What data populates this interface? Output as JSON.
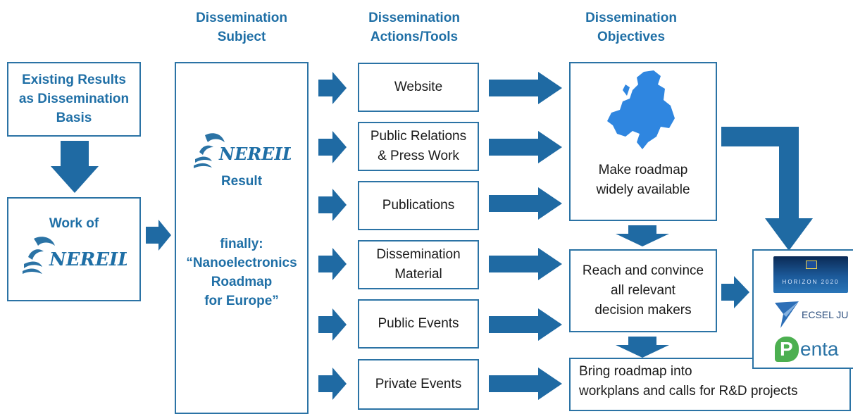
{
  "headers": {
    "subject": [
      "Dissemination",
      "Subject"
    ],
    "actions": [
      "Dissemination",
      "Actions/Tools"
    ],
    "objectives": [
      "Dissemination",
      "Objectives"
    ]
  },
  "existing_results": [
    "Existing Results",
    "as Dissemination",
    "Basis"
  ],
  "work_of": "Work of",
  "nereid_logo_text": "NEREID",
  "subject_box": {
    "result": "Result",
    "finally": "finally:",
    "roadmap": [
      "“Nanoelectronics",
      "Roadmap",
      "for Europe”"
    ]
  },
  "tools": [
    [
      "Website"
    ],
    [
      "Public Relations",
      "& Press Work"
    ],
    [
      "Publications"
    ],
    [
      "Dissemination",
      "Material"
    ],
    [
      "Public Events"
    ],
    [
      "Private Events"
    ]
  ],
  "objectives": {
    "available": [
      "Make roadmap",
      "widely available"
    ],
    "reach": [
      "Reach and convince",
      "all relevant",
      "decision makers"
    ],
    "bring": [
      "Bring roadmap into",
      "workplans and calls for R&D projects"
    ]
  },
  "funders": {
    "horizon": "HORIZON 2020",
    "ecsel": "ECSEL JU",
    "penta_p": "P",
    "penta_rest": "enta"
  },
  "colors": {
    "accent": "#1f6fa6",
    "arrow": "#1f6aa3",
    "penta_green": "#4caf50",
    "europe": "#2f86e0"
  }
}
